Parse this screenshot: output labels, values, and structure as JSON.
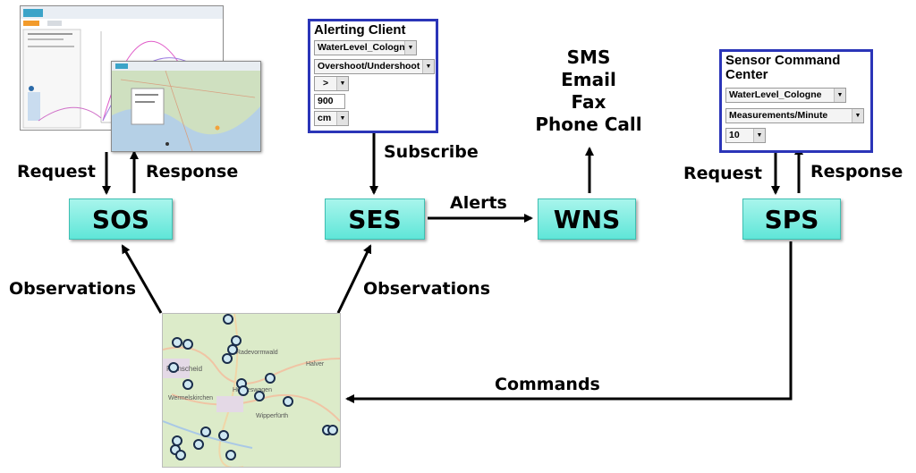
{
  "nodes": {
    "sos": "SOS",
    "ses": "SES",
    "wns": "WNS",
    "sps": "SPS"
  },
  "labels": {
    "request_sos": "Request",
    "response_sos": "Response",
    "observations_left": "Observations",
    "observations_right": "Observations",
    "subscribe": "Subscribe",
    "alerts": "Alerts",
    "request_sps": "Request",
    "response_sps": "Response",
    "commands": "Commands"
  },
  "notification_channels": [
    "SMS",
    "Email",
    "Fax",
    "Phone Call"
  ],
  "alerting_client": {
    "title": "Alerting Client",
    "sensor": "WaterLevel_Cologne",
    "event": "Overshoot/Undershoot",
    "operator": ">",
    "threshold": "900",
    "unit": "cm"
  },
  "sensor_command_center": {
    "title_line1": "Sensor Command",
    "title_line2": "Center",
    "sensor": "WaterLevel_Cologne",
    "parameter": "Measurements/Minute",
    "value": "10"
  },
  "map_places": {
    "p1": "Radevormwald",
    "p2": "Remscheid",
    "p3": "Halver",
    "p4": "Wermelskirchen",
    "p5": "Hückeswagen",
    "p6": "Wipperfürth"
  },
  "colors": {
    "node_fill": "#5fe6d8",
    "panel_border": "#2b35b8",
    "arrow": "#000000"
  }
}
